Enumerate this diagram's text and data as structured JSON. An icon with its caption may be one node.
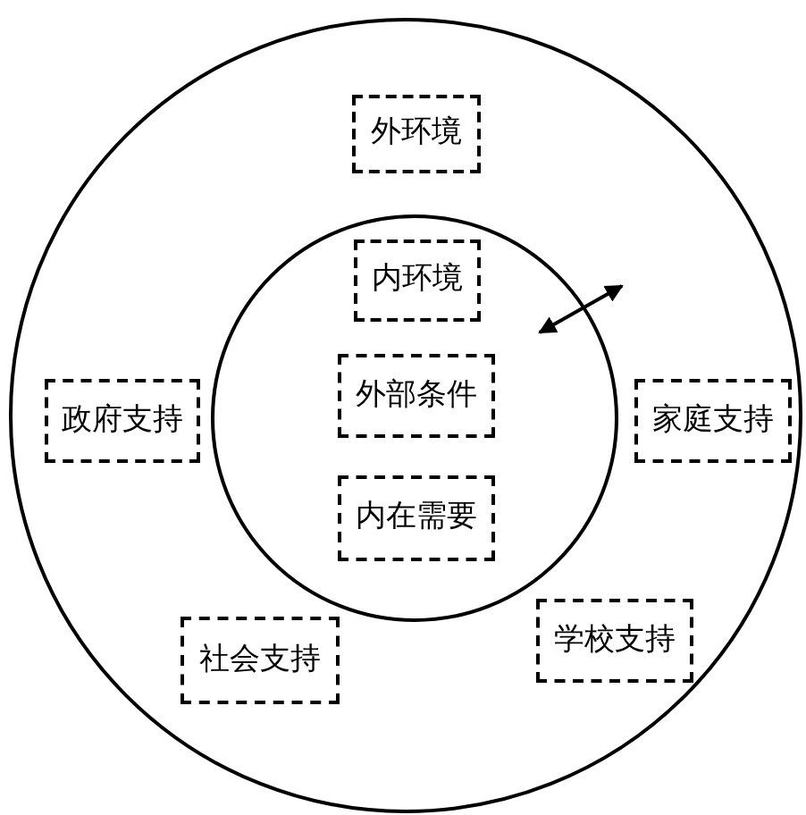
{
  "diagram": {
    "nodes": [
      {
        "text": [],
        "shape": "circle"
      },
      {
        "text": [
          "外环境"
        ],
        "in": 0
      },
      {
        "text": [],
        "shape": "circle",
        "in": 0
      },
      {
        "text": [
          "内环境"
        ],
        "in": 2
      },
      {
        "text": [
          "外部条件"
        ],
        "in": 2
      },
      {
        "text": [
          "内在需要"
        ],
        "in": 2
      },
      {
        "text": [
          "政府支持"
        ],
        "in": 0
      },
      {
        "text": [
          "家庭支持"
        ],
        "in": 0
      },
      {
        "text": [
          "社会支持"
        ],
        "in": 0
      },
      {
        "text": [
          "学校支持"
        ],
        "in": 0
      }
    ]
  }
}
